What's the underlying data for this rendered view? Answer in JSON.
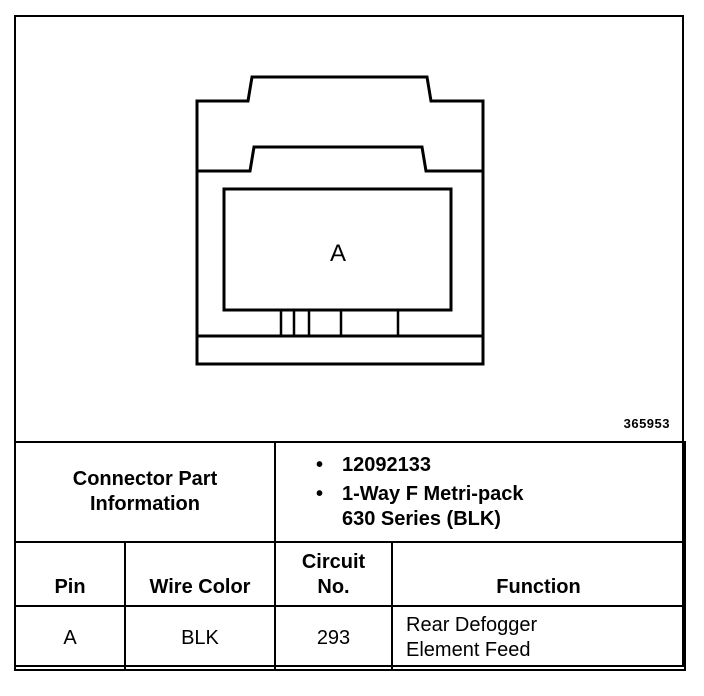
{
  "diagram": {
    "pin_label": "A",
    "figure_id": "365953"
  },
  "connector_part_info": {
    "label_line1": "Connector Part",
    "label_line2": "Information",
    "bullet": "•",
    "items": [
      {
        "line1": "12092133",
        "line2": ""
      },
      {
        "line1": "1-Way F Metri-pack",
        "line2": "630 Series (BLK)"
      }
    ]
  },
  "table": {
    "headers": {
      "pin": "Pin",
      "wire_color": "Wire Color",
      "circuit_line1": "Circuit",
      "circuit_line2": "No.",
      "function": "Function"
    },
    "rows": [
      {
        "pin": "A",
        "wire_color": "BLK",
        "circuit": "293",
        "function_line1": "Rear Defogger",
        "function_line2": "Element Feed"
      }
    ]
  }
}
